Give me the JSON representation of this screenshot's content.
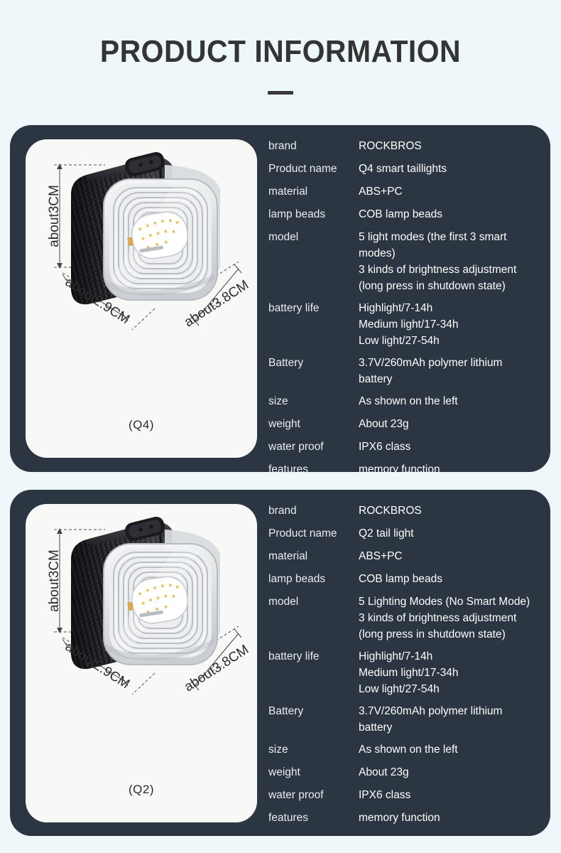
{
  "header": {
    "title": "PRODUCT INFORMATION"
  },
  "colors": {
    "page_background": "#eef7fa",
    "card_background": "#2b3642",
    "panel_background": "#f8f8f7",
    "title_color": "#343434",
    "value_color": "#ffffff",
    "label_color": "#e9edf1"
  },
  "cards": [
    {
      "caption": "(Q4)",
      "dimensions": {
        "height": "about3CM",
        "depth": "about2.9CM",
        "width": "about3.8CM"
      },
      "rows": [
        {
          "label": "brand",
          "value": "ROCKBROS"
        },
        {
          "label": "Product name",
          "value": "Q4 smart taillights"
        },
        {
          "label": "material",
          "value": "ABS+PC"
        },
        {
          "label": "lamp beads",
          "value": "COB lamp beads"
        },
        {
          "label": "model",
          "value": "5 light modes (the first 3 smart modes)\n3 kinds of brightness adjustment\n(long press in shutdown state)"
        },
        {
          "label": "battery life",
          "value": "Highlight/7-14h\nMedium light/17-34h\nLow light/27-54h"
        },
        {
          "label": "Battery",
          "value": "3.7V/260mAh polymer lithium\nbattery"
        },
        {
          "label": "size",
          "value": "As shown on the left"
        },
        {
          "label": "weight",
          "value": "About 23g"
        },
        {
          "label": "water proof",
          "value": "IPX6 class"
        },
        {
          "label": "features",
          "value": "memory function"
        }
      ]
    },
    {
      "caption": "(Q2)",
      "dimensions": {
        "height": "about3CM",
        "depth": "about2.9CM",
        "width": "about3.8CM"
      },
      "rows": [
        {
          "label": "brand",
          "value": "ROCKBROS"
        },
        {
          "label": "Product name",
          "value": "Q2 tail light"
        },
        {
          "label": "material",
          "value": "ABS+PC"
        },
        {
          "label": "lamp beads",
          "value": "COB lamp beads"
        },
        {
          "label": "model",
          "value": "5 Lighting Modes (No Smart Mode)\n3 kinds of brightness adjustment\n(long press in shutdown state)"
        },
        {
          "label": "battery life",
          "value": "Highlight/7-14h\nMedium light/17-34h\nLow light/27-54h"
        },
        {
          "label": "Battery",
          "value": "3.7V/260mAh polymer lithium\nbattery"
        },
        {
          "label": "size",
          "value": "As shown on the left"
        },
        {
          "label": "weight",
          "value": "About 23g"
        },
        {
          "label": "water proof",
          "value": "IPX6 class"
        },
        {
          "label": "features",
          "value": "memory function"
        }
      ]
    }
  ]
}
